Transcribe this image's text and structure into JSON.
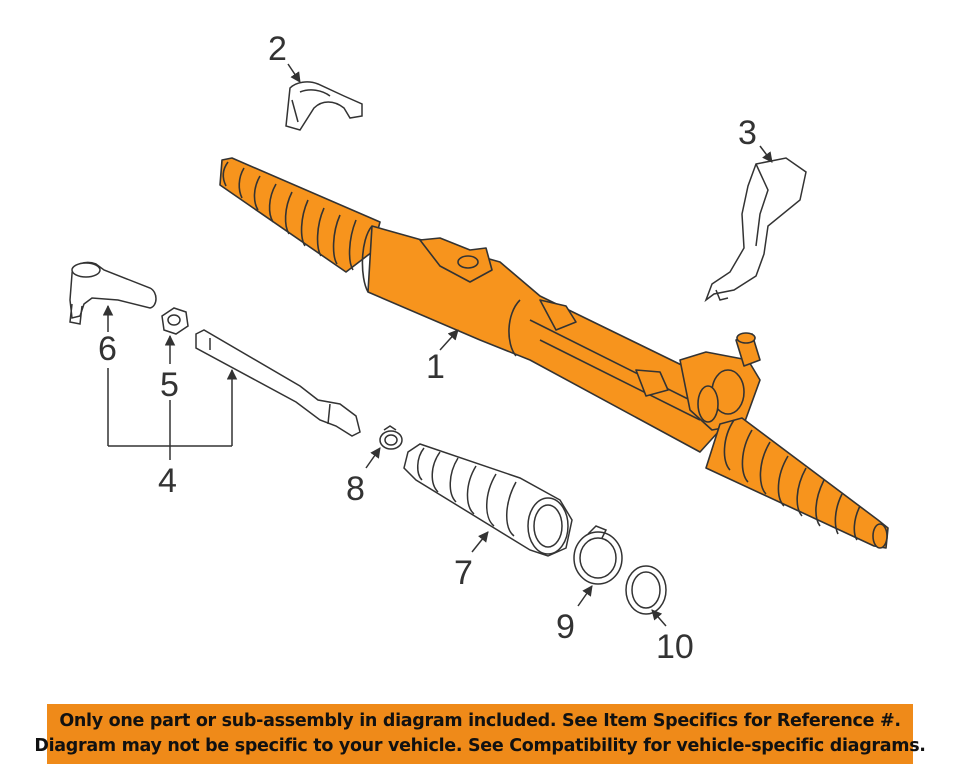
{
  "colors": {
    "highlight": "#f7941d",
    "line_art": "#333333",
    "banner_background": "#ef8a19"
  },
  "callouts": {
    "part_1": "1",
    "part_2": "2",
    "part_3": "3",
    "part_4": "4",
    "part_5": "5",
    "part_6": "6",
    "part_7": "7",
    "part_8": "8",
    "part_9": "9",
    "part_10": "10"
  },
  "banner": {
    "line_1": "Only one part or sub-assembly in diagram included. See Item Specifics for Reference #.",
    "line_2": "Diagram may not be specific to your vehicle. See Compatibility for vehicle-specific diagrams."
  }
}
